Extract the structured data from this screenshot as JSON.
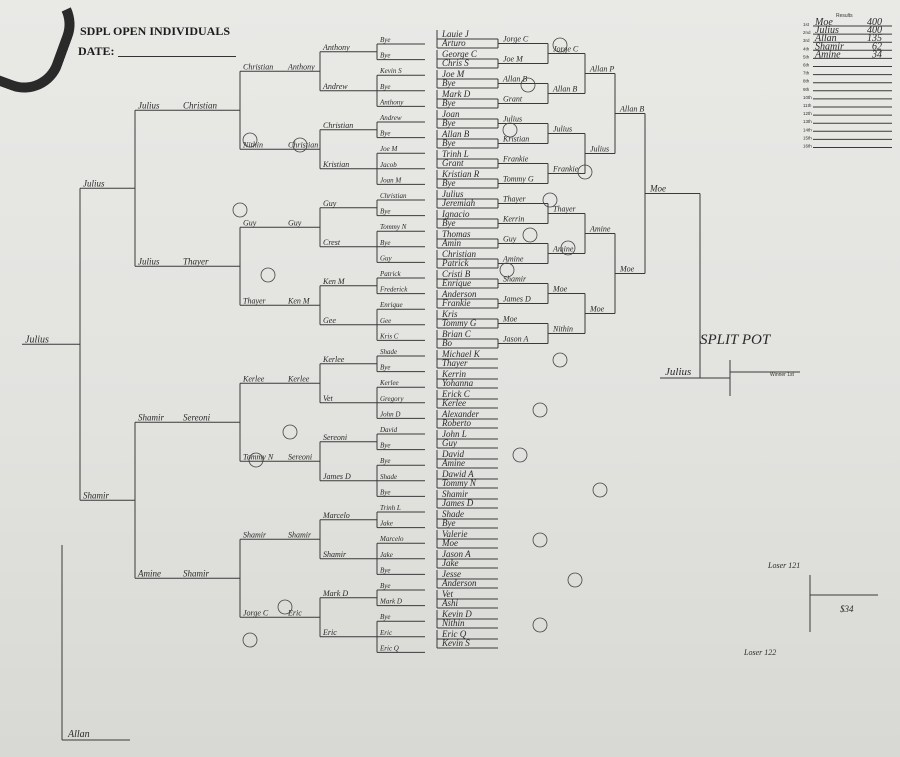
{
  "header": {
    "title": "SDPL OPEN INDIVIDUALS",
    "date_label": "DATE:"
  },
  "results": {
    "heading": "Results",
    "places": [
      "1st",
      "2nd",
      "3rd",
      "4th",
      "5th",
      "6th",
      "7th",
      "8th",
      "9th",
      "10th",
      "11th",
      "12th",
      "13th",
      "14th",
      "15th",
      "16th"
    ],
    "entries": [
      {
        "name": "Moe",
        "amount": "400"
      },
      {
        "name": "Julius",
        "amount": "400"
      },
      {
        "name": "Allan",
        "amount": "135"
      },
      {
        "name": "Shamir",
        "amount": "62"
      },
      {
        "name": "Amine",
        "amount": "34"
      }
    ]
  },
  "round1": [
    "Lauie J",
    "Arturo",
    "George C",
    "Chris S",
    "Joe M",
    "Bye",
    "Mark D",
    "Bye",
    "Joan",
    "Bye",
    "Allan B",
    "Bye",
    "Trinh L",
    "Grant",
    "Kristian R",
    "Bye",
    "Julius",
    "Jeremiah",
    "Ignacio",
    "Bye",
    "Thomas",
    "Amin",
    "Christian",
    "Patrick",
    "Cristi B",
    "Enrique",
    "Anderson",
    "Frankie",
    "Kris",
    "Tommy G",
    "Brian C",
    "Bo",
    "Michael K",
    "Thayer",
    "Kerrin",
    "Yohanna",
    "Erick C",
    "Kerlee",
    "Alexander",
    "Roberto",
    "John L",
    "Guy",
    "David",
    "Amine",
    "Dawid A",
    "Tommy N",
    "Shamir",
    "James D",
    "Shade",
    "Bye",
    "Valerie",
    "Moe",
    "Jason A",
    "Jake",
    "Jesse",
    "Anderson",
    "Vet",
    "Ashi",
    "Kevin D",
    "Nithin",
    "Eric Q",
    "Kevin S"
  ],
  "winners_r2": [
    "Jorge C",
    "Joe M",
    "Allan B",
    "Grant",
    "Julius",
    "Kristian",
    "Frankie",
    "Tommy G",
    "Thayer",
    "Kerrin",
    "Guy",
    "Amine",
    "Shamir",
    "James D",
    "Moe",
    "Jason A"
  ],
  "winners_r3": [
    "Jorge C",
    "Allan B",
    "Julius",
    "Frankie",
    "Thayer",
    "Amine",
    "Moe",
    "Nithin"
  ],
  "winners_r4": [
    "Allan P",
    "Julius",
    "Amine",
    "Moe"
  ],
  "winners_r5": [
    "Allan B",
    "Moe"
  ],
  "winners_final": "Moe",
  "grand_final": {
    "winner": "Julius",
    "note": "SPLIT POT",
    "winner_label": "Winner 1st"
  },
  "losers_r1": [
    "Bye",
    "Bye",
    "Kevin S",
    "Bye",
    "Anthony",
    "Andrew",
    "Bye",
    "Joe M",
    "Jacob",
    "Joan M",
    "Christian",
    "Bye",
    "Tommy N",
    "Bye",
    "Guy",
    "Patrick",
    "Frederick",
    "Enrique",
    "Gee",
    "Kris C",
    "Shade",
    "Bye",
    "Kerlee",
    "Gregory",
    "John D",
    "David",
    "Bye",
    "Bye",
    "Shade",
    "Bye",
    "Trinh L",
    "Jake",
    "Marcelo",
    "Jake",
    "Bye",
    "Bye",
    "Mark D",
    "Bye",
    "Eric",
    "Eric Q"
  ],
  "losers_r2": [
    "Anthony",
    "Andrew",
    "Christian",
    "Kristian",
    "Guy",
    "Crest",
    "Ken M",
    "Gee",
    "Kerlee",
    "Vet",
    "Sereoni",
    "James D",
    "Marcelo",
    "Shamir",
    "Mark D",
    "Eric"
  ],
  "losers_r3": [
    "Anthony",
    "Christian",
    "Guy",
    "Ken M",
    "Kerlee",
    "Sereoni",
    "Shamir",
    "Eric"
  ],
  "losers_r4": [
    "Christian",
    "Nithin",
    "Guy",
    "Thayer",
    "Kerlee",
    "Tommy N",
    "Shamir",
    "Jorge C"
  ],
  "losers_r5": [
    "Christian",
    "Thayer",
    "Sereoni",
    "Shamir"
  ],
  "losers_r6": [
    "Julius",
    "Julius",
    "Shamir",
    "Amine"
  ],
  "losers_r7": [
    "Julius",
    "Shamir"
  ],
  "losers_final": [
    "Julius",
    "Allan"
  ],
  "side_notes": {
    "loser_121": "Loser 121",
    "loser_122": "Loser 122",
    "amount": "$34"
  }
}
